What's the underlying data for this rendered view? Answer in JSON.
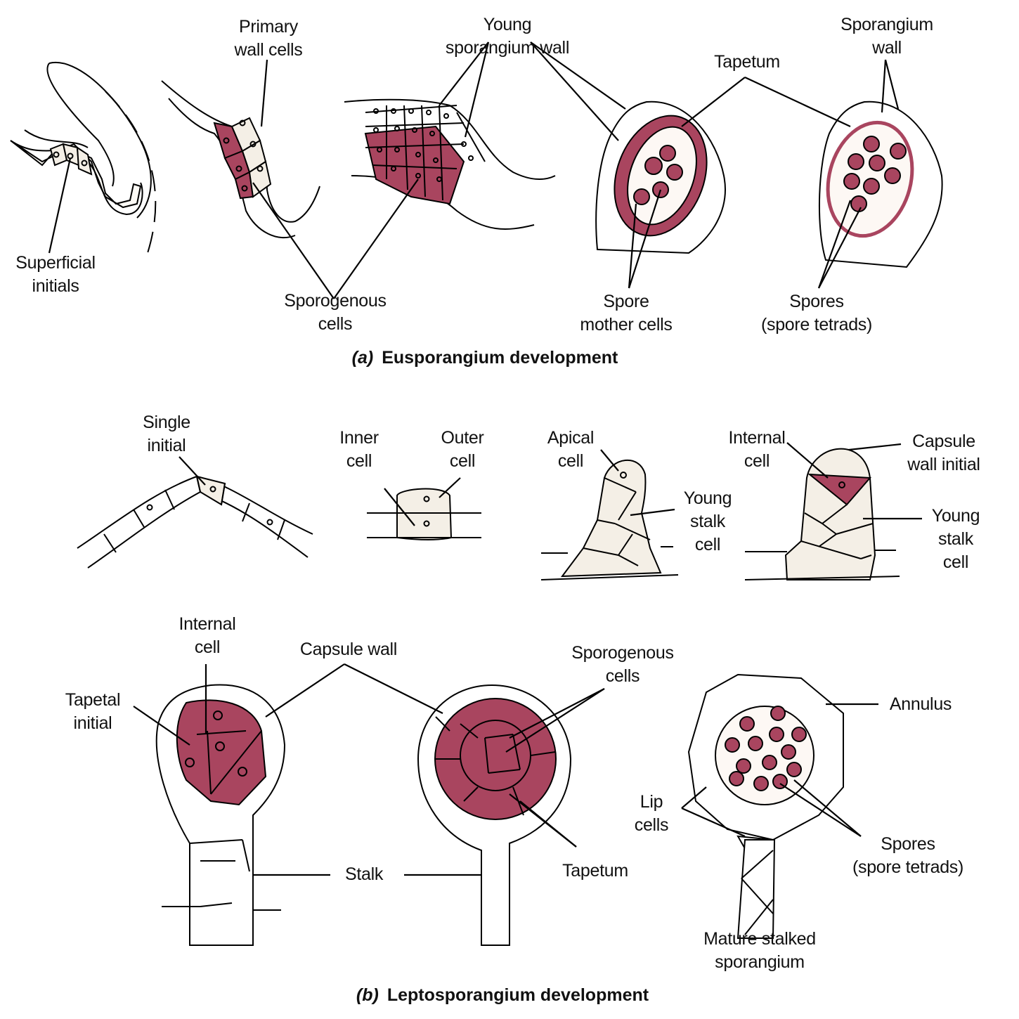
{
  "colors": {
    "sporogenous_tissue": "#a9455f",
    "cell_fill": "#fdfbf6",
    "outline": "#000000"
  },
  "panel_a": {
    "caption_letter": "(a)",
    "caption_text": "Eusporangium development",
    "labels": {
      "superficial_initials": "Superficial\ninitials",
      "primary_wall_cells": "Primary\nwall cells",
      "young_sporangium_wall": "Young\nsporangium wall",
      "sporogenous_cells": "Sporogenous\ncells",
      "tapetum": "Tapetum",
      "sporangium_wall": "Sporangium\nwall",
      "spore_mother_cells": "Spore\nmother cells",
      "spores": "Spores\n(spore tetrads)"
    }
  },
  "panel_b": {
    "caption_letter": "(b)",
    "caption_text": "Leptosporangium development",
    "labels": {
      "single_initial": "Single\ninitial",
      "inner_cell": "Inner\ncell",
      "outer_cell": "Outer\ncell",
      "apical_cell": "Apical\ncell",
      "young_stalk_cell_1": "Young\nstalk\ncell",
      "internal_cell_1": "Internal\ncell",
      "capsule_wall_initial": "Capsule\nwall initial",
      "young_stalk_cell_2": "Young\nstalk\ncell",
      "internal_cell_2": "Internal\ncell",
      "tapetal_initial": "Tapetal\ninitial",
      "capsule_wall": "Capsule wall",
      "sporogenous_cells": "Sporogenous\ncells",
      "annulus": "Annulus",
      "lip_cells": "Lip\ncells",
      "stalk": "Stalk",
      "tapetum": "Tapetum",
      "spores": "Spores\n(spore tetrads)",
      "mature_sporangium": "Mature stalked\nsporangium"
    }
  }
}
